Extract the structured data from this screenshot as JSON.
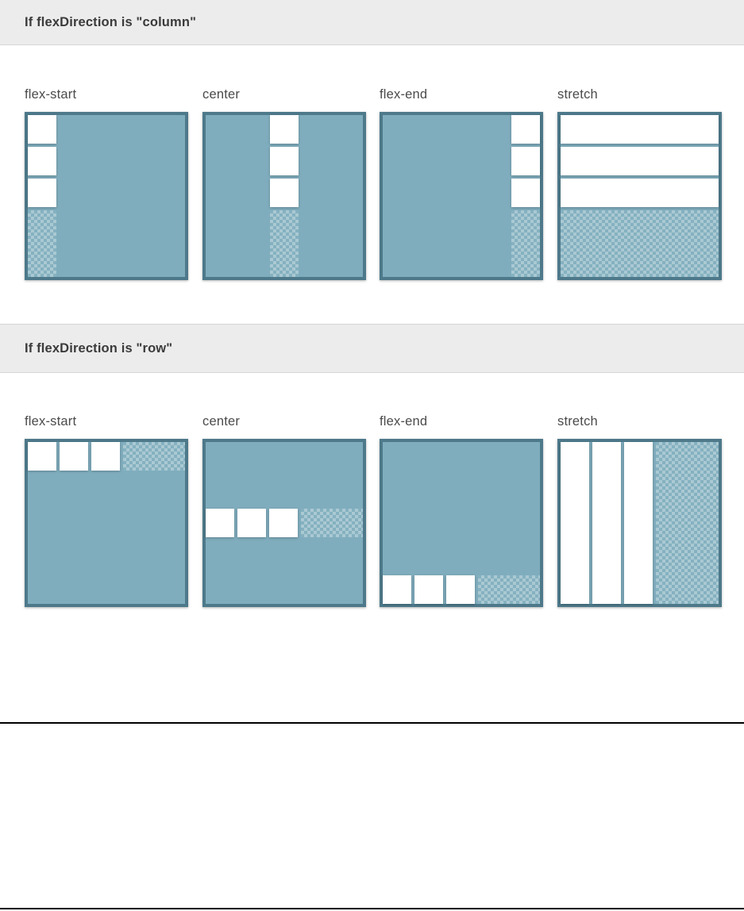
{
  "sections": [
    {
      "id": "column",
      "header": "If flexDirection is \"column\"",
      "direction": "column",
      "cells": [
        {
          "label": "flex-start",
          "align": "flex-start",
          "items": 3
        },
        {
          "label": "center",
          "align": "center",
          "items": 3
        },
        {
          "label": "flex-end",
          "align": "flex-end",
          "items": 3
        },
        {
          "label": "stretch",
          "align": "stretch",
          "items": 3
        }
      ]
    },
    {
      "id": "row",
      "header": "If flexDirection is \"row\"",
      "direction": "row",
      "cells": [
        {
          "label": "flex-start",
          "align": "flex-start",
          "items": 3
        },
        {
          "label": "center",
          "align": "center",
          "items": 3
        },
        {
          "label": "flex-end",
          "align": "flex-end",
          "items": 3
        },
        {
          "label": "stretch",
          "align": "stretch",
          "items": 3
        }
      ]
    }
  ],
  "colors": {
    "container_fill": "#7fadbd",
    "container_border": "#4d798a",
    "item_fill": "#ffffff",
    "header_bg": "#ececec",
    "header_text": "#3b3b3b",
    "label_text": "#4a4a4a",
    "rule": "#000000",
    "page_bg": "#ffffff"
  }
}
